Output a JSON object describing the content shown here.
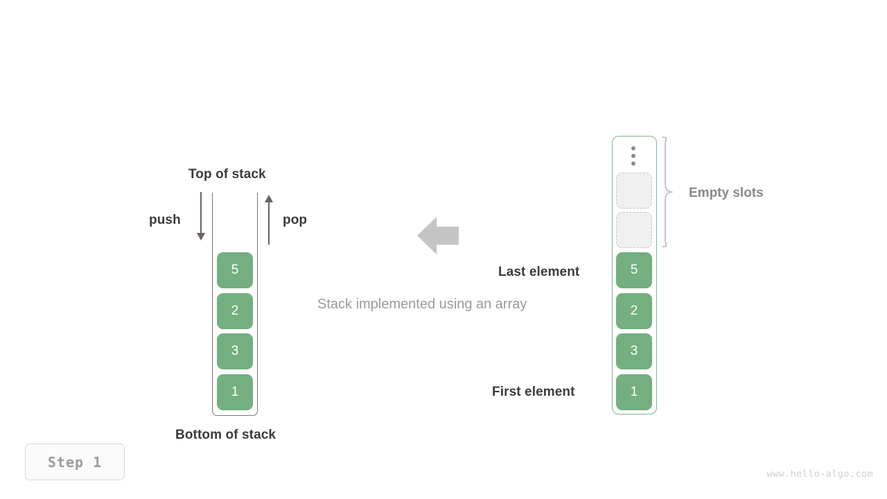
{
  "figure": {
    "caption": "Stack implemented using an array",
    "step_badge": "Step 1",
    "watermark": "www.hello-algo.com"
  },
  "stack": {
    "top_label": "Top of stack",
    "bottom_label": "Bottom of stack",
    "push_label": "push",
    "pop_label": "pop",
    "push_icon": "arrow-down-icon",
    "pop_icon": "arrow-up-icon",
    "values": [
      "5",
      "2",
      "3",
      "1"
    ]
  },
  "array": {
    "values": [
      "5",
      "2",
      "3",
      "1"
    ],
    "empty_slots": 2,
    "ellipsis_icon": "vertical-ellipsis-icon",
    "empty_slots_label": "Empty slots",
    "last_element_label": "Last element",
    "first_element_label": "First element",
    "brace_icon": "curly-brace-icon"
  },
  "transform": {
    "arrow_icon": "arrow-left-icon"
  },
  "colors": {
    "cell_green": "#74af80",
    "array_border_green": "#7cb489",
    "stack_border_gray": "#777777",
    "empty_slot_fill": "#f0f0f0",
    "empty_slot_border": "#c5c5c5",
    "text_dark": "#3b3b3b",
    "text_gray": "#8a8a8a",
    "caption_gray": "#9a9a9a",
    "big_arrow_gray": "#c4c4c4"
  }
}
